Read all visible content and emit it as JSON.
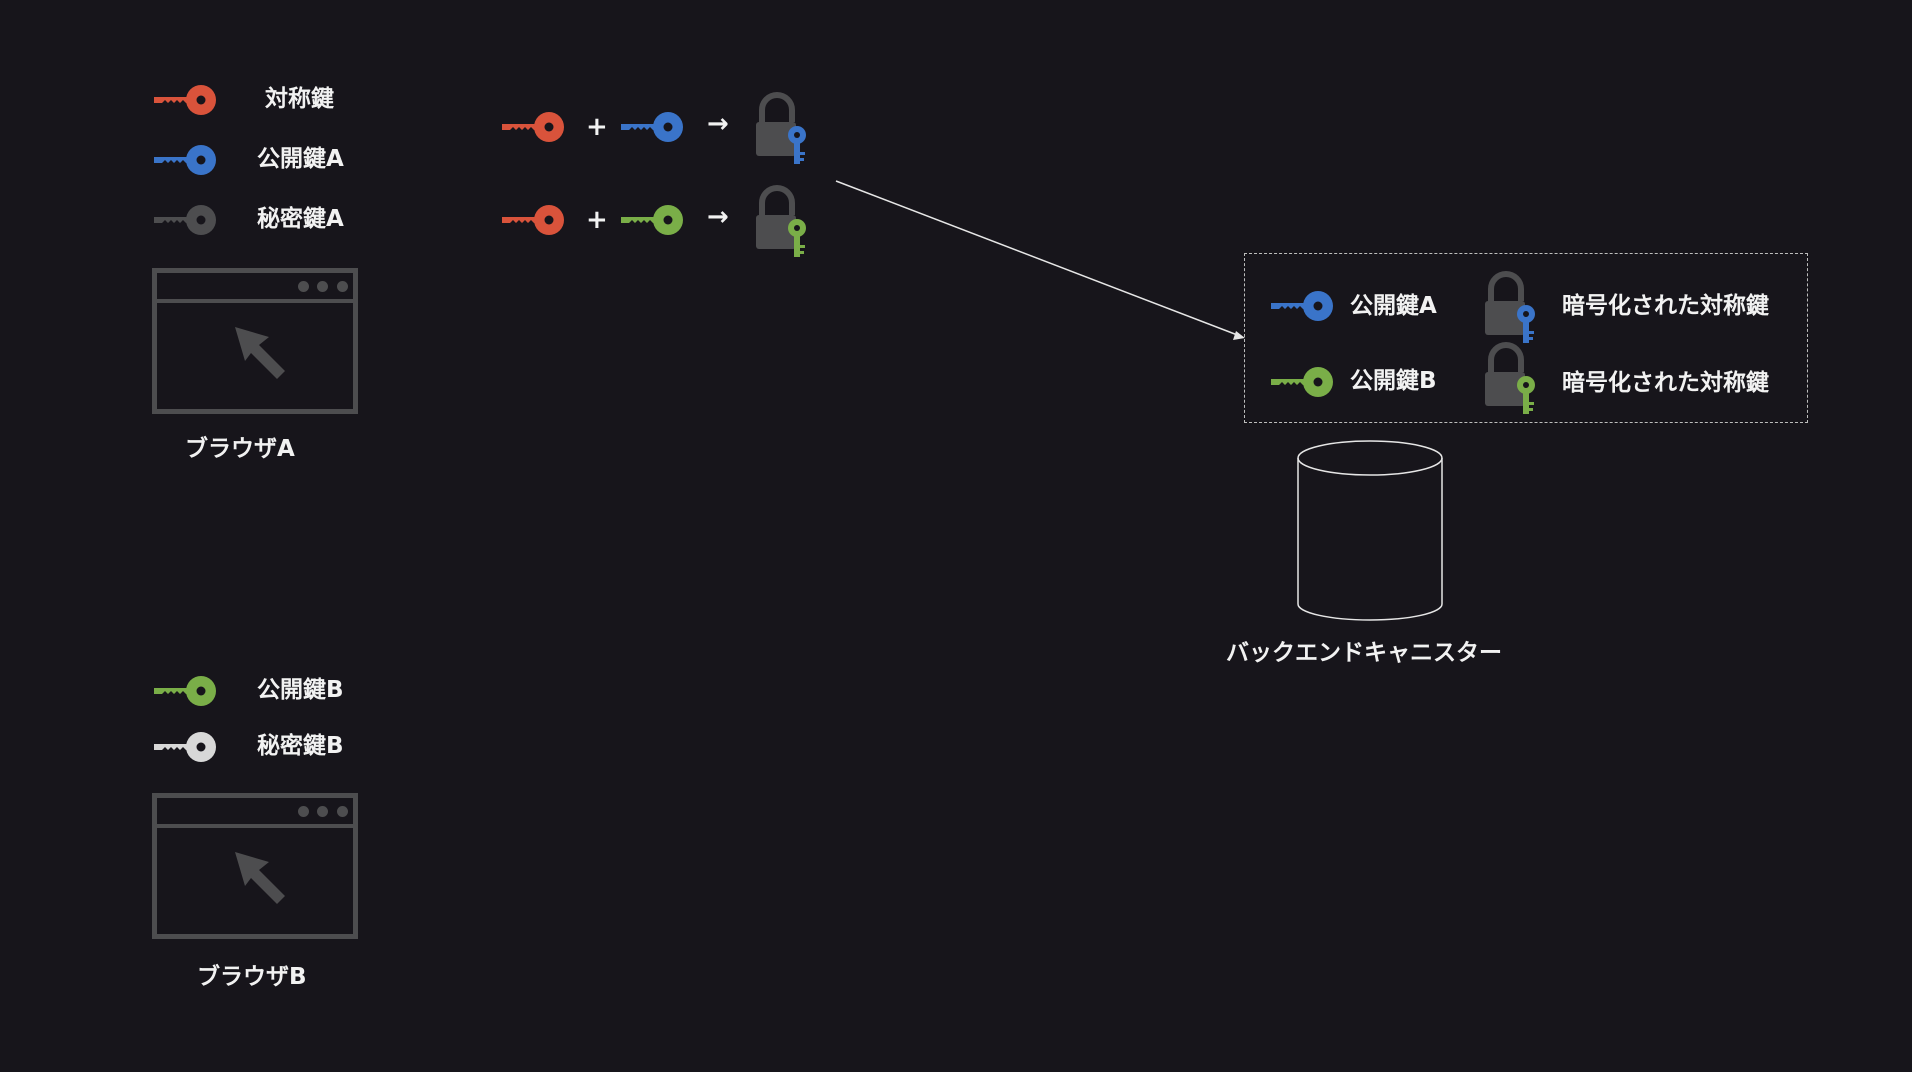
{
  "colors": {
    "background": "#17151b",
    "symmetric_key": "#d9533b",
    "public_key_a": "#3a74c9",
    "private_key_a": "#4d4d4f",
    "public_key_b": "#7aae48",
    "private_key_b": "#d8d8d8",
    "lock": "#4d4d4f",
    "text": "#f2f2f2"
  },
  "legend_a": {
    "symmetric_key": "対称鍵",
    "public_key_a": "公開鍵A",
    "private_key_a": "秘密鍵A"
  },
  "browser_a": {
    "label": "ブラウザA"
  },
  "legend_b": {
    "public_key_b": "公開鍵B",
    "private_key_b": "秘密鍵B"
  },
  "browser_b": {
    "label": "ブラウザB"
  },
  "equations": {
    "plus": "+",
    "arrow": "→"
  },
  "backend_box": {
    "row1_key_label": "公開鍵A",
    "row1_lock_label": "暗号化された対称鍵",
    "row2_key_label": "公開鍵B",
    "row2_lock_label": "暗号化された対称鍵"
  },
  "database": {
    "label": "バックエンドキャニスター"
  }
}
